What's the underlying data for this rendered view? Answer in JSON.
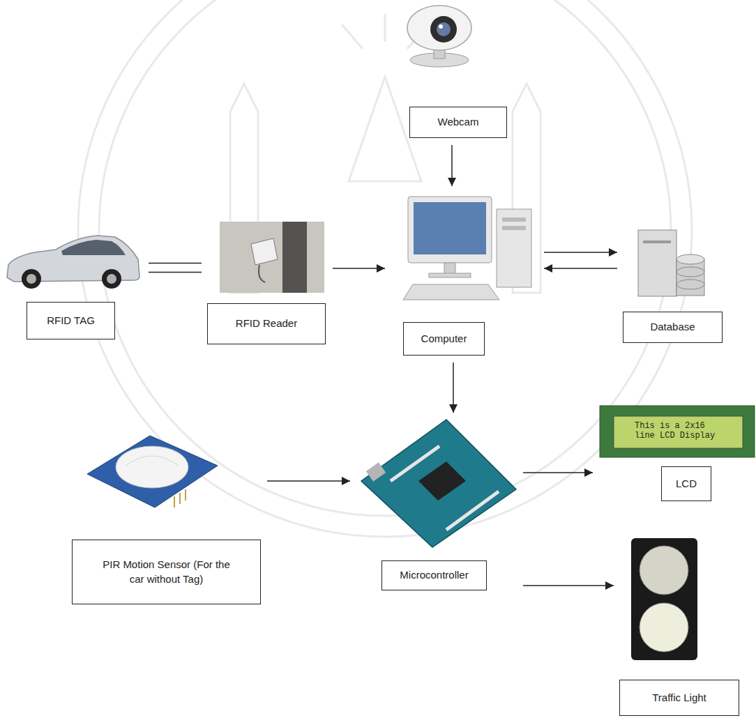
{
  "diagram": {
    "nodes": [
      {
        "text": [
          "Webcam"
        ]
      },
      {
        "text": [
          "RFID TAG"
        ]
      },
      {
        "text": [
          "RFID Reader"
        ]
      },
      {
        "text": [
          "Computer"
        ]
      },
      {
        "text": [
          "Database"
        ]
      },
      {
        "text": [
          "PIR Motion Sensor (For the car without Tag)"
        ]
      },
      {
        "text": [
          "Microcontroller"
        ]
      },
      {
        "text": [
          "LCD"
        ]
      },
      {
        "text": [
          "Traffic Light"
        ]
      }
    ],
    "edges": [
      {
        "from": 1,
        "to": 2,
        "arrow": "none"
      },
      {
        "from": 2,
        "to": 3,
        "arrow": "to"
      },
      {
        "from": 0,
        "to": 3,
        "arrow": "to"
      },
      {
        "from": 3,
        "to": 4,
        "arrow": "to"
      },
      {
        "from": 4,
        "to": 3,
        "arrow": "to"
      },
      {
        "from": 3,
        "to": 6,
        "arrow": "to"
      },
      {
        "from": 5,
        "to": 6,
        "arrow": "to"
      },
      {
        "from": 6,
        "to": 7,
        "arrow": "to"
      },
      {
        "from": 6,
        "to": 8,
        "arrow": "to"
      }
    ],
    "labels": [
      "This is a 2x16 line LCD Display"
    ]
  }
}
